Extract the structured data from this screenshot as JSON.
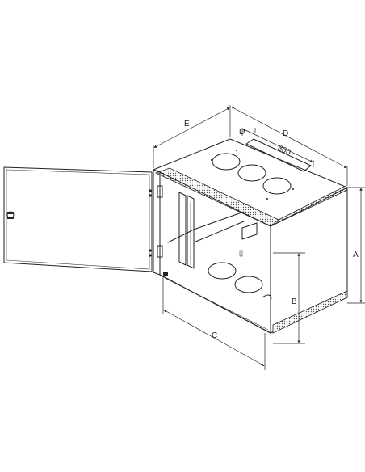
{
  "figure": {
    "dimension_labels": {
      "a": "A",
      "b": "B",
      "c": "C",
      "d": "D",
      "e": "E",
      "d_inner": "D",
      "width_300": "300"
    },
    "colors": {
      "line": "#222222",
      "hatch": "#555555",
      "background": "#ffffff"
    }
  }
}
